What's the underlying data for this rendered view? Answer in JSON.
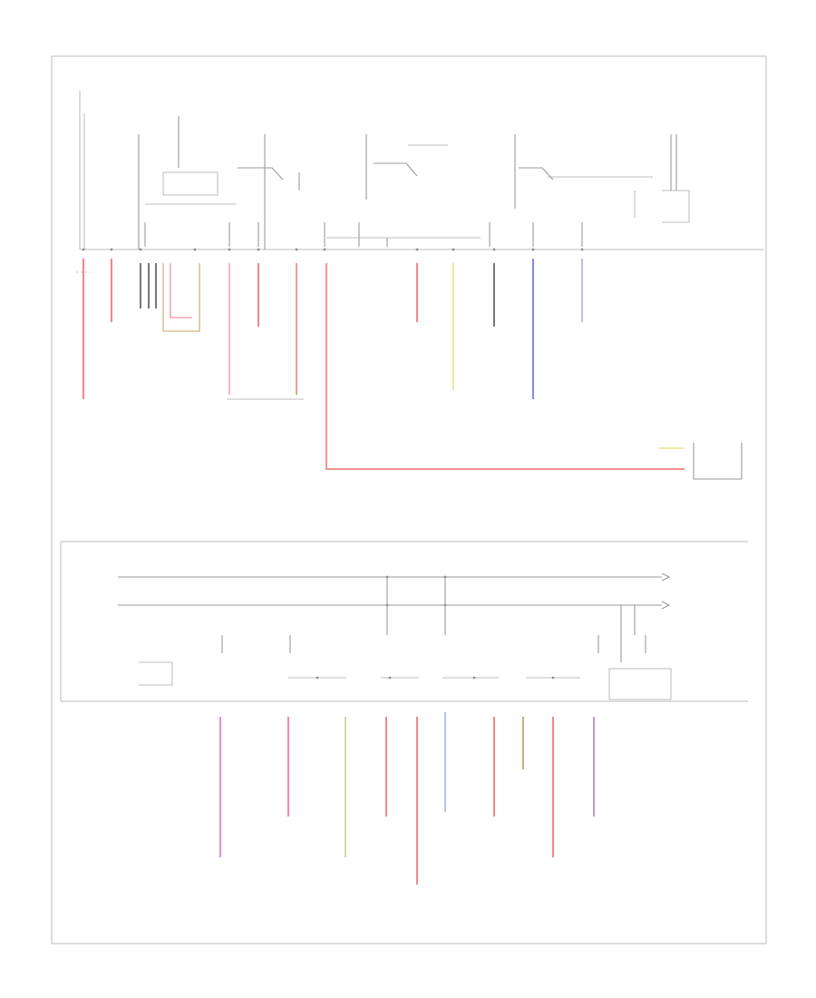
{
  "diagram": {
    "code": "",
    "upper_box_title": "",
    "lower_box_title": "",
    "colors": {
      "frame": "#c6c6c6",
      "bus": "#bdbdbd",
      "ink": "#9a9a9a",
      "red": "#f26b6b",
      "pink": "#f7a3b4",
      "light_red": "#f5b5b5",
      "orange": "#e5886e",
      "yellow": "#e9e38a",
      "tan": "#d8c39a",
      "blue": "#6a6ae0",
      "light_blue": "#a9b0f2",
      "magenta": "#e26ad9",
      "purple": "#b07bd4",
      "black": "#555555",
      "grey": "#bbbbbb"
    },
    "upper_wires": [
      "red",
      "red",
      "black",
      "black",
      "tan",
      "black",
      "pink",
      "pink",
      "orange",
      "pink",
      "red",
      "yellow",
      "black",
      "blue",
      "light_blue"
    ],
    "lower_wires": [
      "magenta",
      "pink",
      "tan",
      "red",
      "red",
      "light_blue",
      "red",
      "tan",
      "red",
      "purple"
    ],
    "labels": []
  }
}
